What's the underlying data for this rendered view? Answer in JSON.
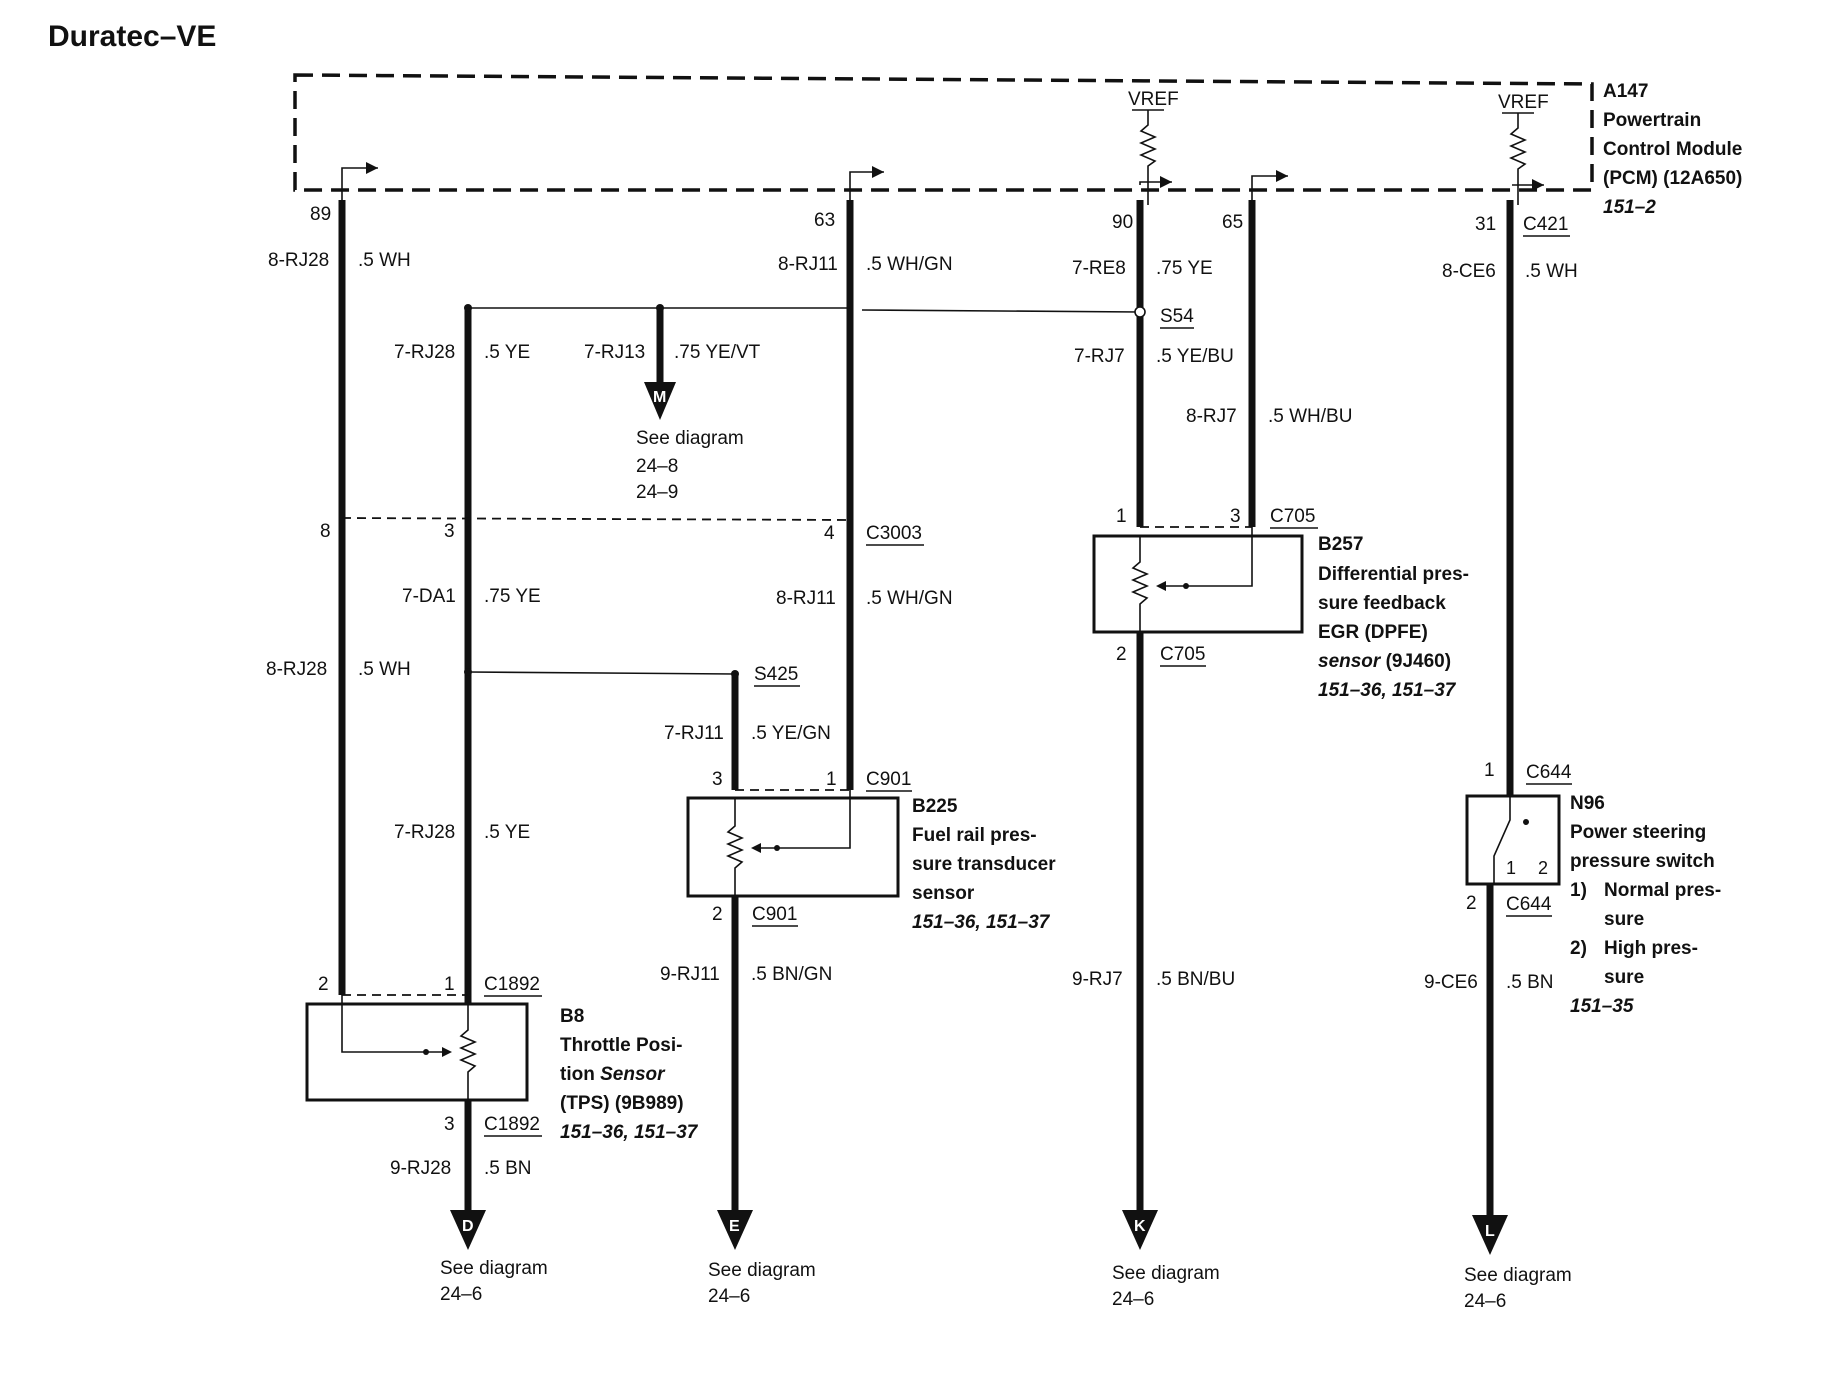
{
  "title": "Duratec–VE",
  "pcm": {
    "id": "A147",
    "name_line1": "Powertrain",
    "name_line2": "Control Module",
    "name_line3": "(PCM) (12A650)",
    "ref": "151–2",
    "connector": "C421",
    "vref1": "VREF",
    "vref2": "VREF"
  },
  "pins": {
    "p89": "89",
    "p63": "63",
    "p90": "90",
    "p65": "65",
    "p31": "31"
  },
  "wires": {
    "w1_top_id": "8-RJ28",
    "w1_top_spec": ".5 WH",
    "w63_id": "8-RJ11",
    "w63_spec": ".5 WH/GN",
    "w90_id": "7-RE8",
    "w90_spec": ".75 YE",
    "w31_id": "8-CE6",
    "w31_spec": ".5 WH",
    "w2_id": "7-RJ28",
    "w2_spec": ".5 YE",
    "w13_id": "7-RJ13",
    "w13_spec": ".75 YE/VT",
    "w7_id": "7-RJ7",
    "w7_spec": ".5 YE/BU",
    "w8rj7_id": "8-RJ7",
    "w8rj7_spec": ".5 WH/BU",
    "da1_id": "7-DA1",
    "da1_spec": ".75 YE",
    "w63b_id": "8-RJ11",
    "w63b_spec": ".5 WH/GN",
    "w1_mid_id": "8-RJ28",
    "w1_mid_spec": ".5 WH",
    "w11_id": "7-RJ11",
    "w11_spec": ".5 YE/GN",
    "w2b_id": "7-RJ28",
    "w2b_spec": ".5 YE",
    "w9rj11_id": "9-RJ11",
    "w9rj11_spec": ".5 BN/GN",
    "w9rj7_id": "9-RJ7",
    "w9rj7_spec": ".5 BN/BU",
    "w9ce6_id": "9-CE6",
    "w9ce6_spec": ".5 BN",
    "w9rj28_id": "9-RJ28",
    "w9rj28_spec": ".5 BN"
  },
  "splices": {
    "s54": "S54",
    "s425": "S425"
  },
  "connectors": {
    "c3003": "C3003",
    "c3003_p8": "8",
    "c3003_p3": "3",
    "c3003_p4": "4",
    "c705_top": "C705",
    "c705_p1": "1",
    "c705_p3": "3",
    "c705_bot": "C705",
    "c705_p2": "2",
    "c901_top": "C901",
    "c901_p3": "3",
    "c901_p1": "1",
    "c901_bot": "C901",
    "c901_p2": "2",
    "c644_top": "C644",
    "c644_p1": "1",
    "c644_bot": "C644",
    "c644_p2": "2",
    "c1892_top": "C1892",
    "c1892_p2": "2",
    "c1892_p1": "1",
    "c1892_bot": "C1892",
    "c1892_p3": "3"
  },
  "components": {
    "b257": {
      "id": "B257",
      "l1": "Differential pres-",
      "l2": "sure feedback",
      "l3": "EGR (DPFE)",
      "l4a": "sensor",
      "l4b": " (9J460)",
      "ref": "151–36, 151–37"
    },
    "b225": {
      "id": "B225",
      "l1": "Fuel rail pres-",
      "l2": "sure transducer",
      "l3": "sensor",
      "ref": "151–36, 151–37"
    },
    "n96": {
      "id": "N96",
      "l1": "Power steering",
      "l2": "pressure switch",
      "o1n": "1)",
      "o1a": "Normal pres-",
      "o1b": "sure",
      "o2n": "2)",
      "o2a": "High pres-",
      "o2b": "sure",
      "ref": "151–35",
      "pos1": "1",
      "pos2": "2"
    },
    "b8": {
      "id": "B8",
      "l1": "Throttle Posi-",
      "l2a": "tion",
      "l2b": " Sensor",
      "l3": "(TPS) (9B989)",
      "ref": "151–36, 151–37"
    }
  },
  "arrows": {
    "m": {
      "letter": "M",
      "see": "See diagram",
      "ref1": "24–8",
      "ref2": "24–9"
    },
    "d": {
      "letter": "D",
      "see": "See diagram",
      "ref1": "24–6"
    },
    "e": {
      "letter": "E",
      "see": "See diagram",
      "ref1": "24–6"
    },
    "k": {
      "letter": "K",
      "see": "See diagram",
      "ref1": "24–6"
    },
    "l": {
      "letter": "L",
      "see": "See diagram",
      "ref1": "24–6"
    }
  }
}
